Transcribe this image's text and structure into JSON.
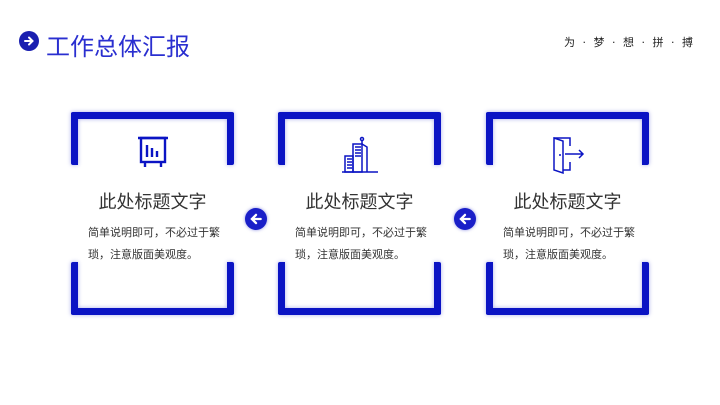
{
  "header": {
    "title": "工作总体汇报",
    "slogan": "为 · 梦 · 想 · 拼 · 搏",
    "icon": "arrow-right-circle-icon"
  },
  "accent": "#0b14c4",
  "cards": [
    {
      "icon": "presentation-chart-icon",
      "title": "此处标题文字",
      "desc": "简单说明即可，不必过于繁琐，注意版面美观度。"
    },
    {
      "icon": "buildings-icon",
      "title": "此处标题文字",
      "desc": "简单说明即可，不必过于繁琐，注意版面美观度。"
    },
    {
      "icon": "exit-door-icon",
      "title": "此处标题文字",
      "desc": "简单说明即可，不必过于繁琐，注意版面美观度。"
    }
  ],
  "connectors": [
    "arrow-left-circle-icon",
    "arrow-left-circle-icon"
  ]
}
